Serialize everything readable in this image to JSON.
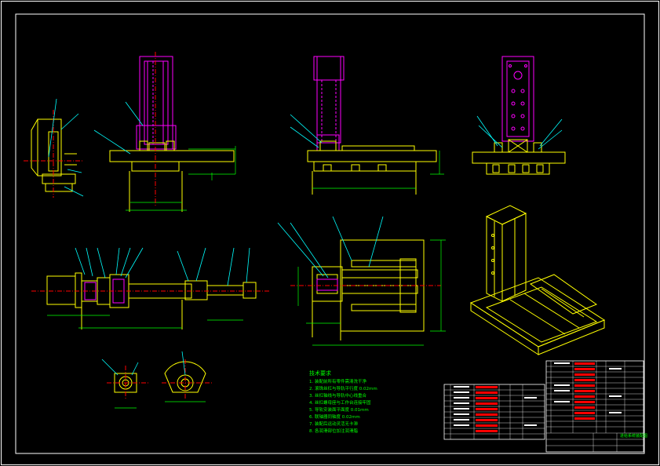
{
  "drawing": {
    "colors": {
      "background": "#000000",
      "frame": "#ffffff",
      "part_yellow": "#ffff00",
      "part_magenta": "#ff00ff",
      "leader_cyan": "#00ffff",
      "dimension_green": "#00ff00",
      "centerline_red": "#ff0000",
      "annotation_green": "#00ff00",
      "bom_red": "#ff0000"
    },
    "notes_title": "技术要求",
    "notes": [
      "1. 装配前所有零件需清洗干净",
      "2. 滚珠丝杠与导轨平行度 0.02mm",
      "3. 丝杠轴线与导轨中心线重合",
      "4. 丝杠螺母座与工作台连接牢固",
      "5. 导轨安装面平面度 0.01mm",
      "6. 联轴器同轴度 0.02mm",
      "7. 装配后运动灵活无卡滞",
      "8. 各润滑部位加注润滑脂"
    ],
    "title_block_label": "进给系统装配图"
  }
}
